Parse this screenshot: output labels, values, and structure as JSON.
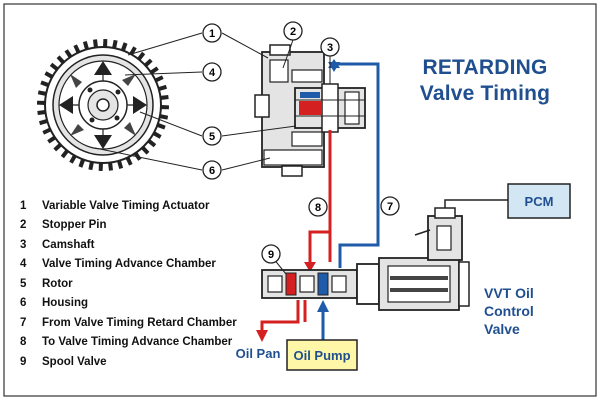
{
  "title": {
    "line1": "RETARDING",
    "line2": "Valve Timing"
  },
  "legend": [
    {
      "num": "1",
      "label": "Variable Valve Timing Actuator"
    },
    {
      "num": "2",
      "label": "Stopper Pin"
    },
    {
      "num": "3",
      "label": "Camshaft"
    },
    {
      "num": "4",
      "label": "Valve Timing Advance Chamber"
    },
    {
      "num": "5",
      "label": "Rotor"
    },
    {
      "num": "6",
      "label": "Housing"
    },
    {
      "num": "7",
      "label": "From Valve Timing Retard Chamber"
    },
    {
      "num": "8",
      "label": "To Valve Timing Advance Chamber"
    },
    {
      "num": "9",
      "label": "Spool Valve"
    }
  ],
  "callouts": [
    "1",
    "2",
    "3",
    "4",
    "5",
    "6",
    "7",
    "8",
    "9"
  ],
  "labels": {
    "pcm": "PCM",
    "vvt_line1": "VVT Oil",
    "vvt_line2": "Control",
    "vvt_line3": "Valve",
    "oil_pan": "Oil Pan",
    "oil_pump": "Oil Pump"
  },
  "colors": {
    "title": "#1f4f8f",
    "blue_flow": "#1f5ba8",
    "red_flow": "#d42020",
    "pcm_box": "#d3e6f4",
    "pump_box": "#fff7a8",
    "mech_fill": "#e4e4e4"
  }
}
